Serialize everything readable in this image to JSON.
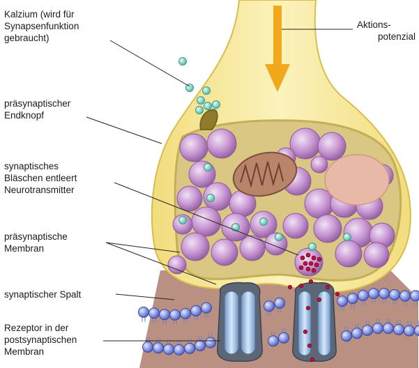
{
  "labels": {
    "calcium": [
      "Kalzium (wird für",
      "Synapsenfunktion",
      "gebraucht)"
    ],
    "action_potential": [
      "Aktions-",
      "potenzial"
    ],
    "presynaptic_terminal": [
      "präsynaptischer",
      "Endknopf"
    ],
    "vesicle": [
      "synaptisches",
      "Bläschen entleert",
      "Neurotransmitter"
    ],
    "presynaptic_membrane": [
      "präsynaptische",
      "Membran"
    ],
    "synaptic_cleft": [
      "synaptischer Spalt"
    ],
    "receptor": [
      "Rezeptor in der",
      "postsynaptischen",
      "Membran"
    ]
  },
  "colors": {
    "bouton": "#f8eb9d",
    "bouton_edge": "#d9bd4a",
    "cytoplasm": "#d9c783",
    "vesicle": "#c796d2",
    "calcium": "#7fd3c1",
    "mitochondrion": "#b8846a",
    "cleft": "#b99082",
    "membrane_head": "#7d8ee0",
    "arrow": "#f2a81b",
    "neurotransmitter": "#c0123c",
    "channel": "#8fb6dd"
  }
}
